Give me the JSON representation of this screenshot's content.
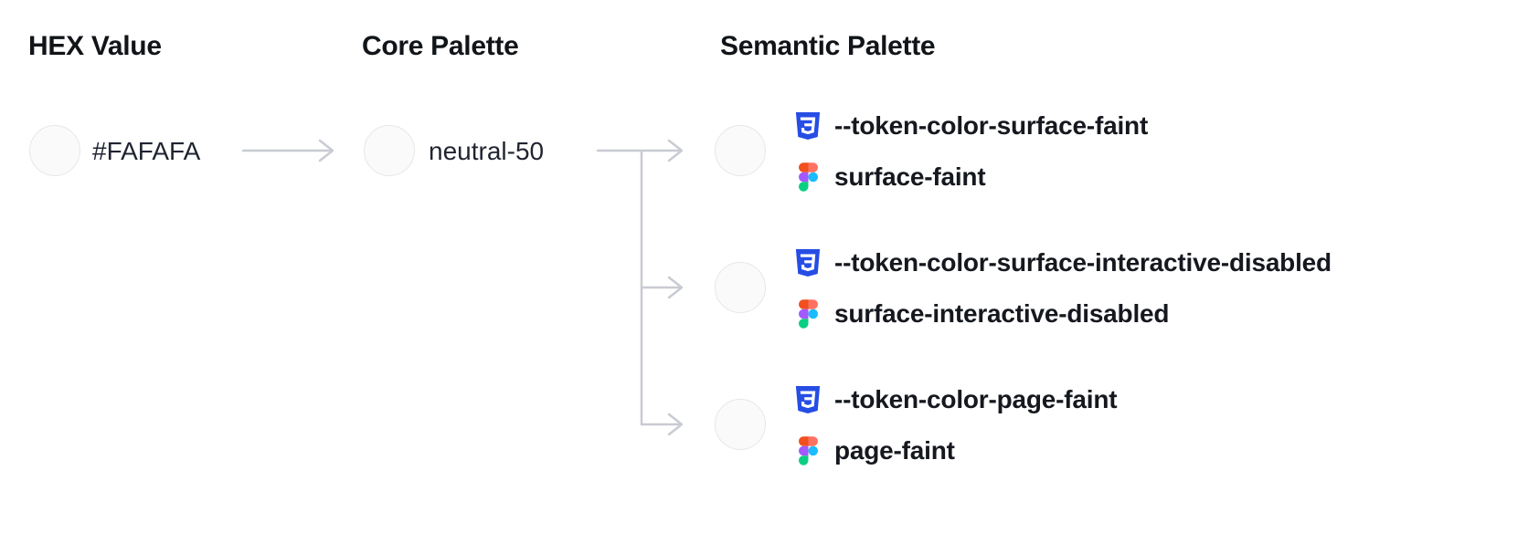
{
  "columns": {
    "hex": {
      "header": "HEX Value",
      "value": "#FAFAFA",
      "swatch_color": "#FAFAFA"
    },
    "core": {
      "header": "Core Palette",
      "value": "neutral-50",
      "swatch_color": "#FAFAFA"
    },
    "semantic": {
      "header": "Semantic Palette",
      "items": [
        {
          "css_token": "--token-color-surface-faint",
          "figma_token": "surface-faint",
          "swatch_color": "#FAFAFA"
        },
        {
          "css_token": "--token-color-surface-interactive-disabled",
          "figma_token": "surface-interactive-disabled",
          "swatch_color": "#FAFAFA"
        },
        {
          "css_token": "--token-color-page-faint",
          "figma_token": "page-faint",
          "swatch_color": "#FAFAFA"
        }
      ]
    }
  },
  "icons": {
    "css_badge": "css3-shield-icon",
    "figma_badge": "figma-logo-icon"
  },
  "colors": {
    "arrow": "#c8cbd2",
    "swatch_fill": "#FAFAFA",
    "swatch_border": "#e5e7ea",
    "text": "#15181e",
    "css_logo": "#264de4",
    "figma_orange": "#f24e1e",
    "figma_salmon": "#ff7262",
    "figma_purple": "#a259ff",
    "figma_blue": "#1abcfe",
    "figma_green": "#0acf83"
  }
}
